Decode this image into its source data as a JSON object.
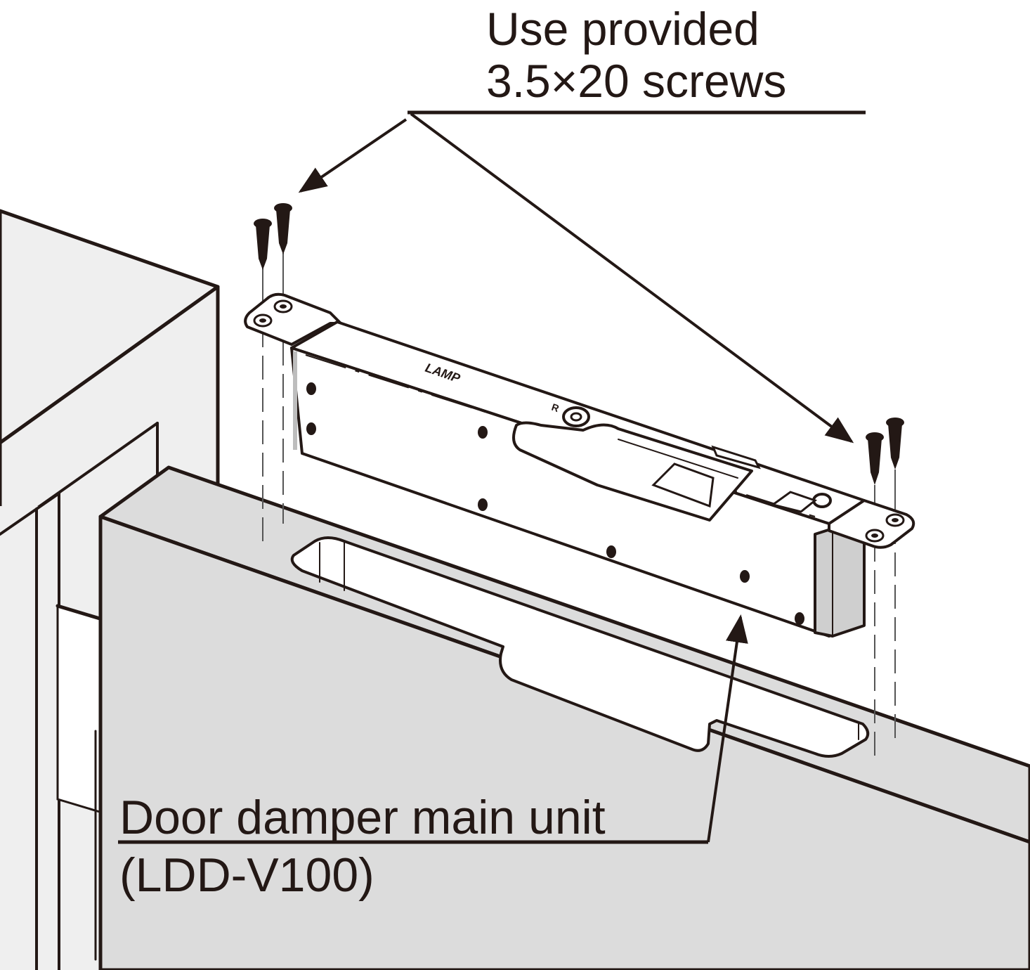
{
  "diagram": {
    "title": "Door damper installation",
    "callouts": {
      "screws": {
        "line1": "Use provided",
        "line2": "3.5×20 screws",
        "quantity": 4,
        "targets": [
          "left-bracket-screws",
          "right-bracket-screws"
        ]
      },
      "main_unit": {
        "line1": "Door damper main unit",
        "line2": "(LDD-V100)"
      }
    },
    "unit_markings": {
      "brand_logo": "LAMP",
      "side_mark": "R"
    },
    "components": [
      "cabinet-frame",
      "door-panel",
      "door-cutout",
      "damper-unit",
      "mounting-brackets",
      "screws",
      "hinge"
    ],
    "colors": {
      "line": "#231815",
      "frame_fill": "#efefef",
      "door_fill": "#dcdcdc",
      "unit_fill": "#ffffff",
      "end_cap_fill": "#cfcfcf"
    }
  }
}
